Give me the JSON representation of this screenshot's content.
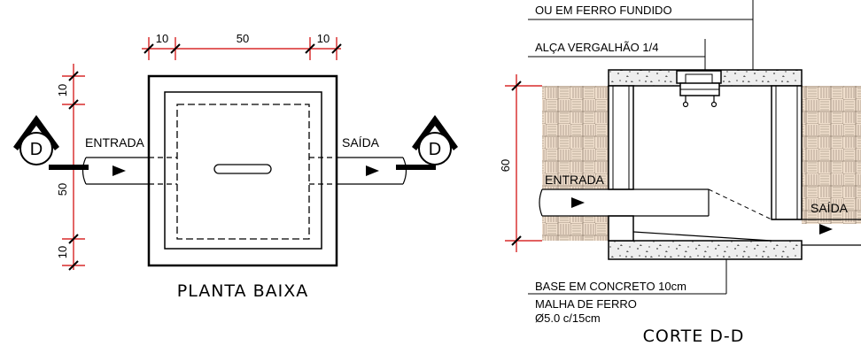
{
  "plan": {
    "title": "PLANTA BAIXA",
    "dim_top_left": "10",
    "dim_top_mid": "50",
    "dim_top_right": "10",
    "dim_side_top": "10",
    "dim_side_mid": "50",
    "dim_side_bottom": "10",
    "label_in": "ENTRADA",
    "label_out": "SAÍDA",
    "section_marker_left": "D",
    "section_marker_right": "D"
  },
  "section": {
    "title": "CORTE D-D",
    "note_lid": "OU EM FERRO FUNDIDO",
    "note_handle": "ALÇA VERGALHÃO 1/4",
    "note_base": "BASE EM CONCRETO 10cm",
    "note_mesh_1": "MALHA DE FERRO",
    "note_mesh_2": "Ø5.0 c/15cm",
    "dim_height": "60",
    "label_in": "ENTRADA",
    "label_out": "SAÍDA"
  }
}
